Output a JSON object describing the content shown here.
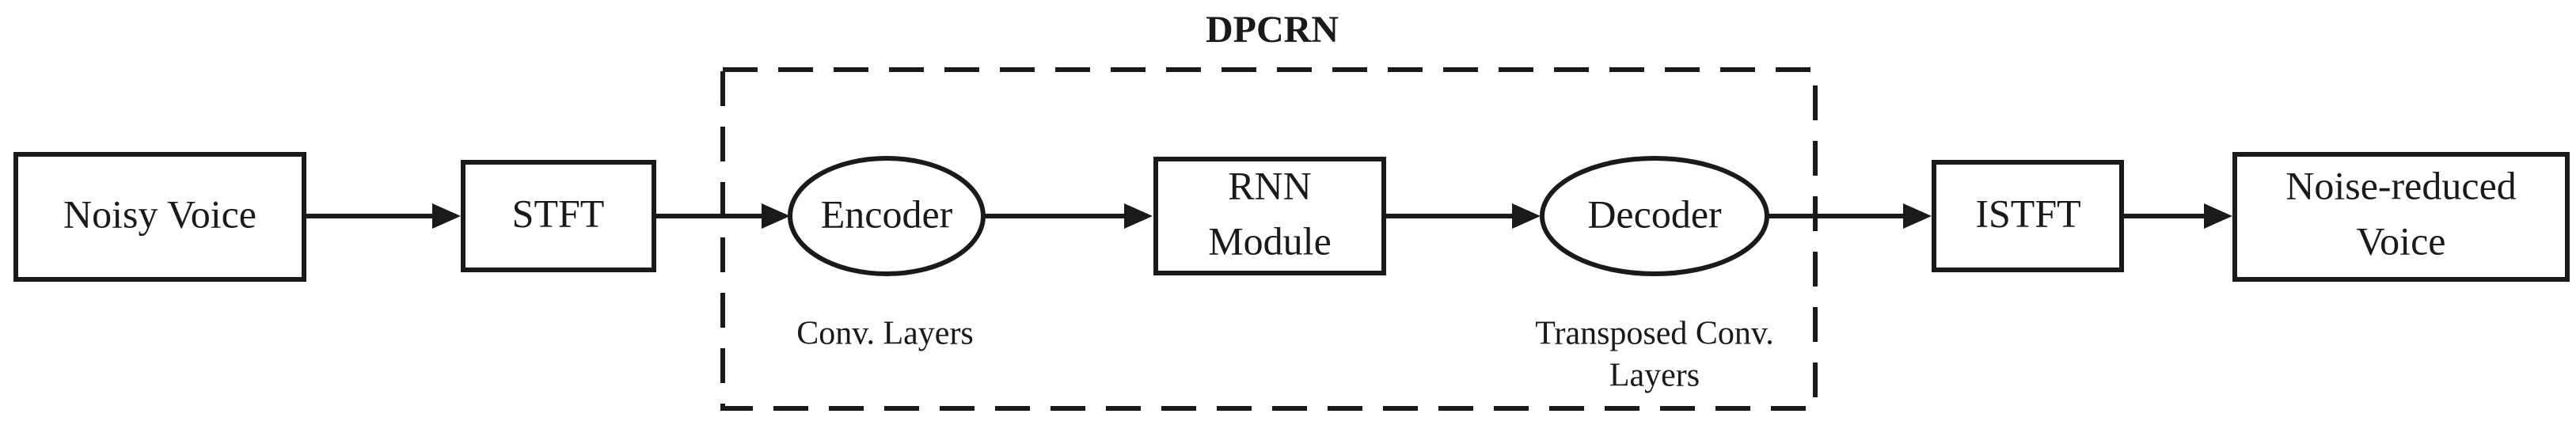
{
  "group": {
    "title": "DPCRN"
  },
  "nodes": {
    "noisy_voice": "Noisy Voice",
    "stft": "STFT",
    "encoder": "Encoder",
    "rnn_line1": "RNN",
    "rnn_line2": "Module",
    "decoder": "Decoder",
    "istft": "ISTFT",
    "output_line1": "Noise-reduced",
    "output_line2": "Voice"
  },
  "captions": {
    "encoder": "Conv. Layers",
    "decoder_line1": "Transposed Conv.",
    "decoder_line2": "Layers"
  },
  "colors": {
    "stroke": "#1a1a1a",
    "background": "#ffffff"
  }
}
